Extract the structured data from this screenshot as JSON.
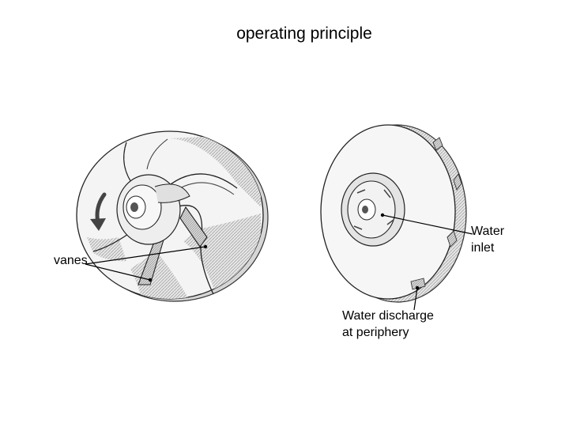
{
  "title": "operating principle",
  "labels": {
    "vanes": "vanes",
    "water_inlet": "Water\ninlet",
    "water_discharge": "Water discharge\nat periphery"
  }
}
